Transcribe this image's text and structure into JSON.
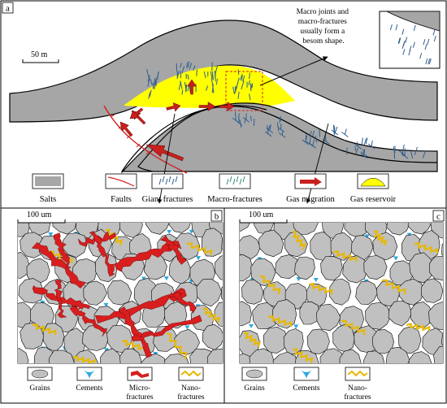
{
  "panel_a": {
    "label": "a",
    "scale": "50 m",
    "callout": [
      "Macro joints and",
      "macro-fractures",
      "usually form a",
      "besom shape."
    ],
    "legend": [
      {
        "key": "salts",
        "label": "Salts"
      },
      {
        "key": "faults",
        "label": "Faults"
      },
      {
        "key": "giant",
        "label": "Giant fractures"
      },
      {
        "key": "macro",
        "label": "Macro-fractures"
      },
      {
        "key": "migration",
        "label": "Gas migration"
      },
      {
        "key": "reservoir",
        "label": "Gas reservoir"
      }
    ]
  },
  "panel_b": {
    "label": "b",
    "scale": "100 um",
    "legend": [
      {
        "key": "grains",
        "label": [
          "Grains"
        ]
      },
      {
        "key": "cements",
        "label": [
          "Cements"
        ]
      },
      {
        "key": "micro",
        "label": [
          "Micro-",
          "fractures"
        ]
      },
      {
        "key": "nano",
        "label": [
          "Nano-",
          "fractures"
        ]
      }
    ]
  },
  "panel_c": {
    "label": "c",
    "scale": "100 um",
    "legend": [
      {
        "key": "grains",
        "label": [
          "Grains"
        ]
      },
      {
        "key": "cements",
        "label": [
          "Cements"
        ]
      },
      {
        "key": "nano",
        "label": [
          "Nano-",
          "fractures"
        ]
      }
    ]
  },
  "colors": {
    "salt": "#a6a6a6",
    "fault": "#d42020",
    "fracture": "#2f5f8f",
    "macro": "#3a8a7a",
    "arrow": "#c8201c",
    "reservoir": "#ffff00",
    "grain": "#c0c0c0",
    "cement": "#2aa8e0",
    "nano": "#e8b800",
    "micro": "#d81e1e"
  }
}
